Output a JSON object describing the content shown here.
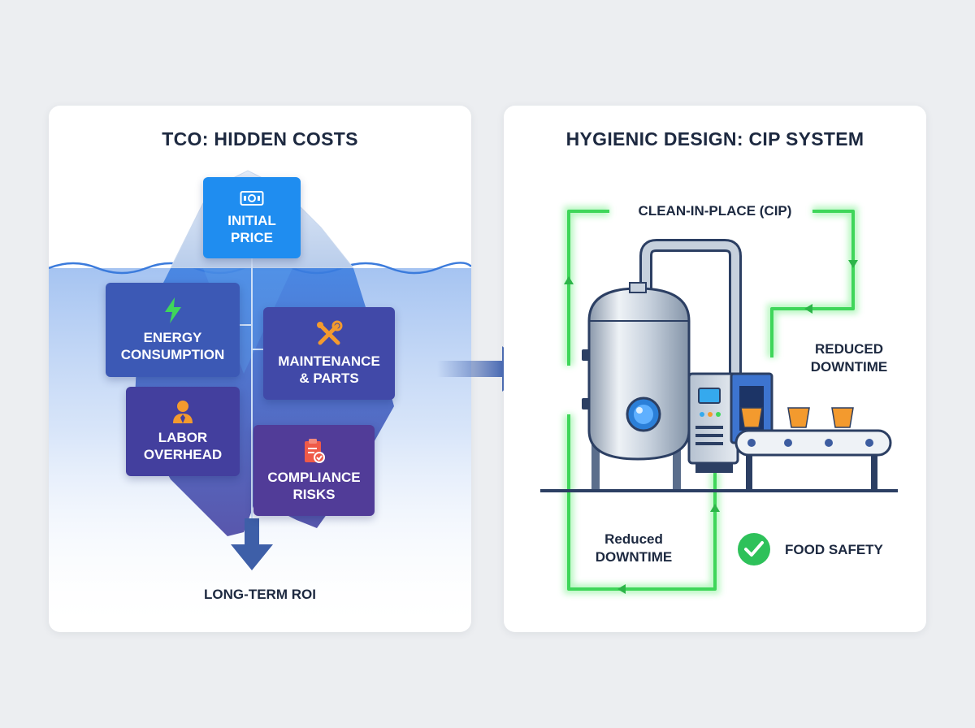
{
  "left_panel": {
    "title": "TCO: HIDDEN COSTS",
    "boxes": {
      "initial_price": {
        "line1": "INITIAL",
        "line2": "PRICE"
      },
      "energy": {
        "line1": "ENERGY",
        "line2": "CONSUMPTION"
      },
      "maintenance": {
        "line1": "MAINTENANCE",
        "line2": "& PARTS"
      },
      "labor": {
        "line1": "LABOR",
        "line2": "OVERHEAD"
      },
      "compliance": {
        "line1": "COMPLIANCE",
        "line2": "RISKS"
      }
    },
    "roi_label": "LONG-TERM ROI"
  },
  "right_panel": {
    "title": "HYGIENIC DESIGN: CIP SYSTEM",
    "cip_label": "CLEAN-IN-PLACE (CIP)",
    "downtime_right": {
      "line1": "REDUCED",
      "line2": "DOWNTIME"
    },
    "downtime_left": {
      "line1": "Reduced",
      "line2": "DOWNTIME"
    },
    "food_safety": "FOOD SAFETY"
  },
  "colors": {
    "water": "#5c93e6",
    "flow": "#3fd65a",
    "steel": "#c7d1dd",
    "outline": "#2c3f63",
    "accent_orange": "#f39a2e",
    "check_green": "#2ec15a"
  },
  "icons": [
    "money-icon",
    "lightning-icon",
    "wrench-icon",
    "worker-icon",
    "clipboard-check-icon",
    "check-circle-icon"
  ]
}
